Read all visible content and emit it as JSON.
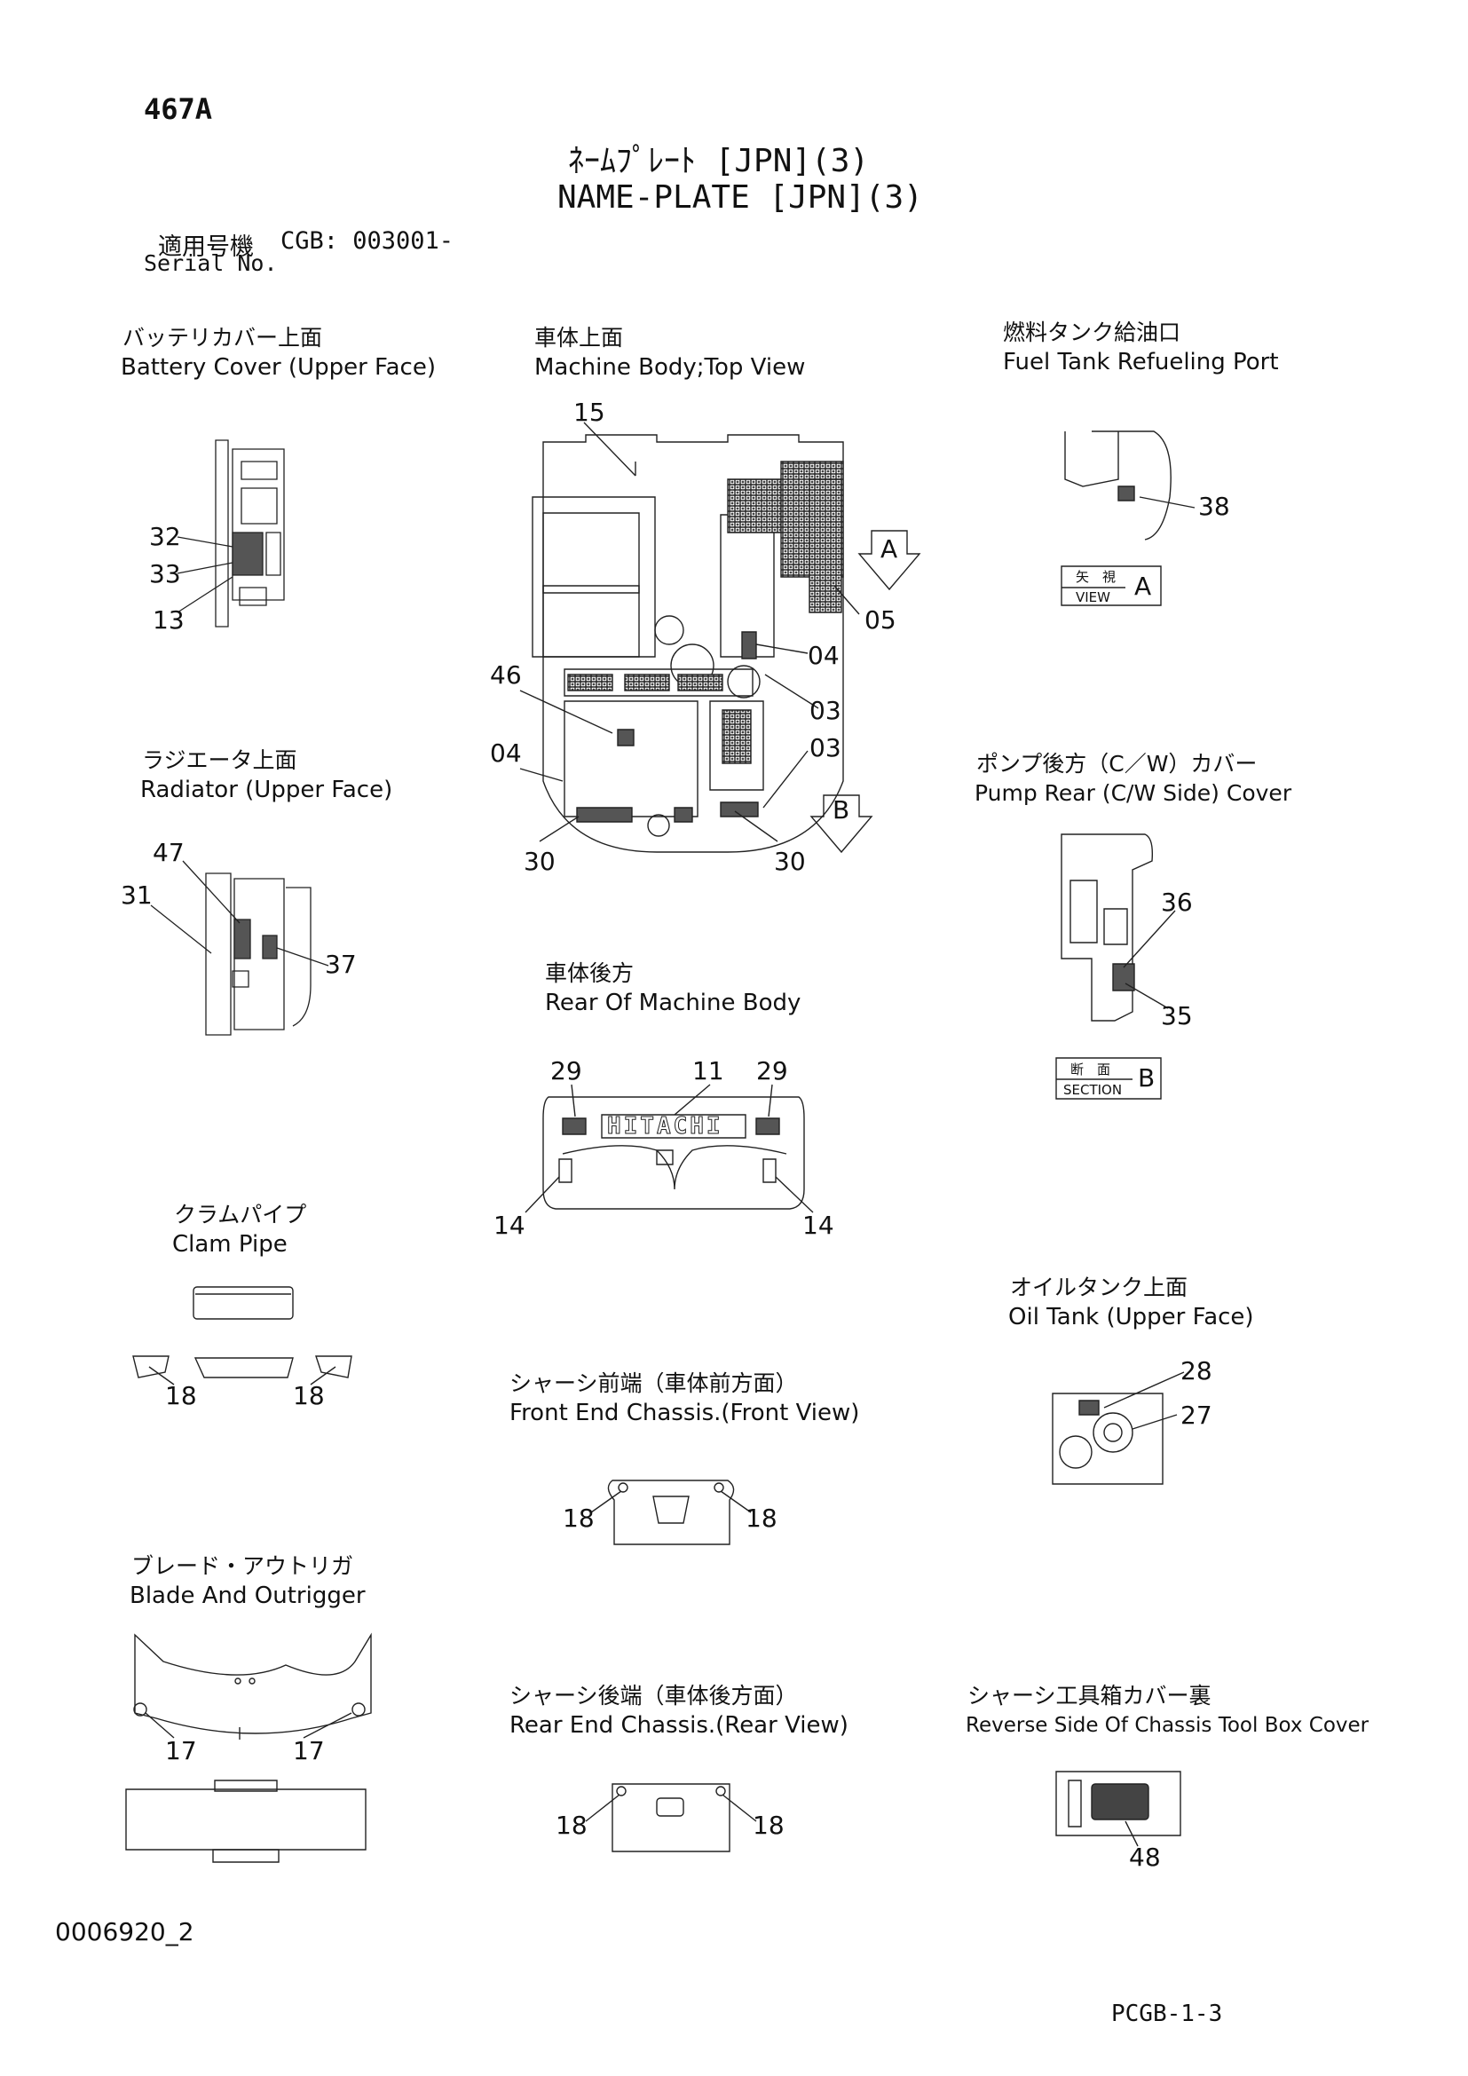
{
  "header": {
    "page_code": "467A",
    "title_jp": "ﾈｰﾑﾌﾟﾚｰﾄ [JPN](3)",
    "title_en": "NAME-PLATE [JPN](3)",
    "serial_label_jp": "適用号機",
    "serial_value": "CGB: 003001-",
    "serial_label_en": "Serial No."
  },
  "views": {
    "battery": {
      "jp": "バッテリカバー上面",
      "en": "Battery Cover (Upper Face)",
      "callouts": [
        "32",
        "33",
        "13"
      ]
    },
    "top": {
      "jp": "車体上面",
      "en": "Machine Body;Top View",
      "callouts": [
        "15",
        "46",
        "04",
        "04",
        "03",
        "03",
        "05",
        "30",
        "30"
      ],
      "arrow_a": "A",
      "arrow_b": "B"
    },
    "fuel": {
      "jp": "燃料タンク給油口",
      "en": "Fuel Tank Refueling Port",
      "callouts": [
        "38"
      ],
      "view_jp": "矢　視",
      "view_en": "VIEW",
      "view_letter": "A"
    },
    "radiator": {
      "jp": "ラジエータ上面",
      "en": "Radiator (Upper Face)",
      "callouts": [
        "47",
        "31",
        "37"
      ]
    },
    "pump": {
      "jp": "ポンプ後方（C／W）カバー",
      "en": "Pump Rear (C/W Side) Cover",
      "callouts": [
        "36",
        "35"
      ],
      "section_jp": "断　面",
      "section_en": "SECTION",
      "section_letter": "B"
    },
    "rear": {
      "jp": "車体後方",
      "en": "Rear Of Machine Body",
      "callouts": [
        "29",
        "11",
        "29",
        "14",
        "14"
      ],
      "brand": "HITACHI"
    },
    "clam": {
      "jp": "クラムパイプ",
      "en": "Clam Pipe",
      "callouts": [
        "18",
        "18"
      ]
    },
    "oil": {
      "jp": "オイルタンク上面",
      "en": "Oil Tank (Upper Face)",
      "callouts": [
        "28",
        "27"
      ]
    },
    "front_chassis": {
      "jp": "シャーシ前端（車体前方面）",
      "en": "Front End Chassis.(Front View)",
      "callouts": [
        "18",
        "18"
      ]
    },
    "blade": {
      "jp": "ブレード・アウトリガ",
      "en": "Blade And Outrigger",
      "callouts": [
        "17",
        "17"
      ]
    },
    "rear_chassis": {
      "jp": "シャーシ後端（車体後方面）",
      "en": "Rear End Chassis.(Rear View)",
      "callouts": [
        "18",
        "18"
      ]
    },
    "toolbox": {
      "jp": "シャーシ工具箱カバー裏",
      "en": "Reverse Side Of Chassis Tool Box Cover",
      "callouts": [
        "48"
      ]
    }
  },
  "footer": {
    "drawing_no": "0006920_2",
    "page_ref": "PCGB-1-3"
  }
}
